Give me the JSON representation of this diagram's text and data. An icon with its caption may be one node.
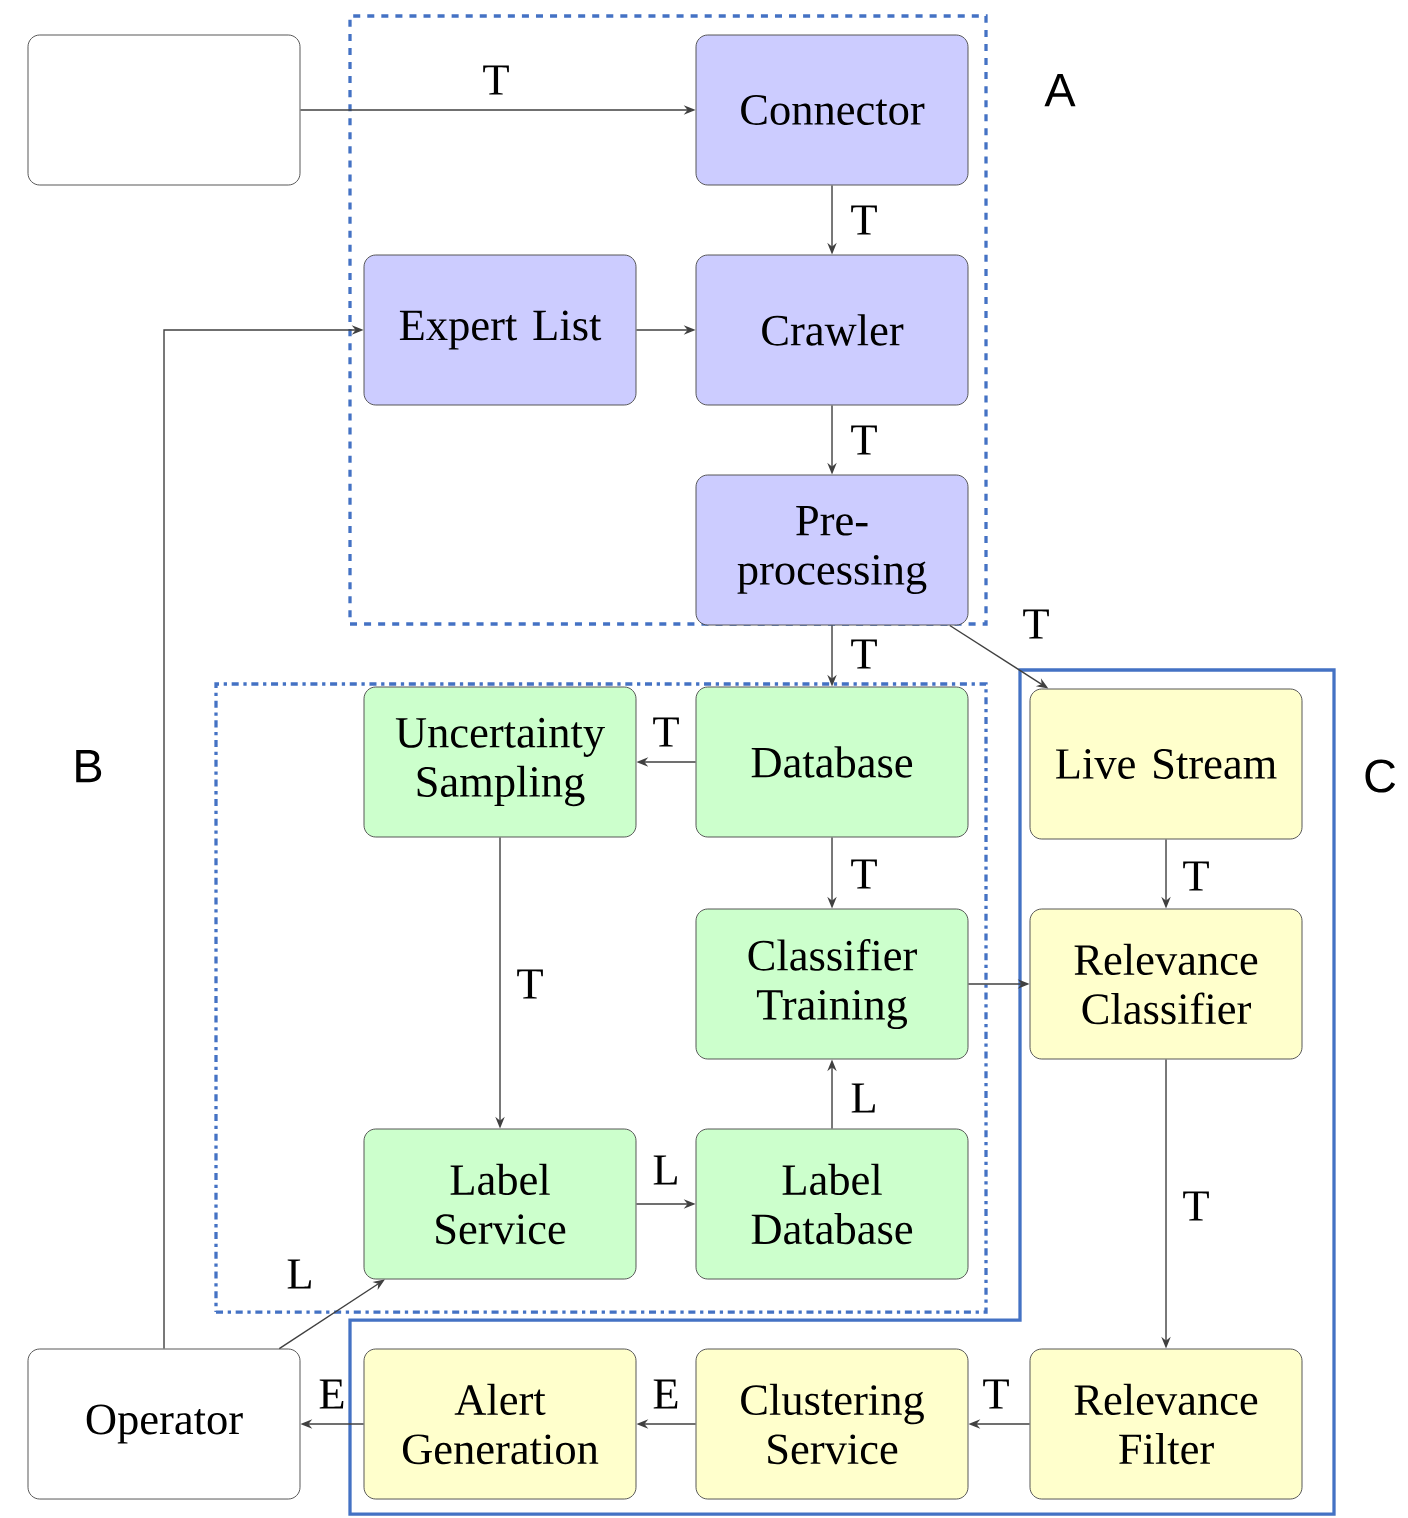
{
  "diagram": {
    "nodes": [
      {
        "text": [
          "A"
        ]
      },
      {
        "text": [],
        "shape": "box"
      },
      {
        "text": [
          "Connector"
        ],
        "in": 0
      },
      {
        "text": [
          "Expert List"
        ],
        "in": 0
      },
      {
        "text": [
          "Crawler"
        ],
        "in": 0
      },
      {
        "text": [
          "Pre-processing"
        ],
        "in": 0
      },
      {
        "text": [
          "B"
        ]
      },
      {
        "text": [
          "Uncertainty Sampling"
        ],
        "in": 6
      },
      {
        "text": [
          "Database"
        ],
        "in": 6
      },
      {
        "text": [
          "Classifier Training"
        ],
        "in": 6
      },
      {
        "text": [
          "Label Service"
        ],
        "in": 6
      },
      {
        "text": [
          "Label Database"
        ],
        "in": 6
      },
      {
        "text": [
          "C"
        ]
      },
      {
        "text": [
          "Live Stream"
        ],
        "in": 12
      },
      {
        "text": [
          "Relevance Classifier"
        ],
        "in": 12
      },
      {
        "text": [
          "Relevance Filter"
        ],
        "in": 12
      },
      {
        "text": [
          "Clustering Service"
        ],
        "in": 12
      },
      {
        "text": [
          "Alert Generation"
        ],
        "in": 12
      },
      {
        "text": [
          "Operator"
        ]
      }
    ],
    "edges": [
      {
        "from": 1,
        "to": 2,
        "arrow": "to",
        "label": "T"
      },
      {
        "from": 2,
        "to": 4,
        "arrow": "to",
        "label": "T"
      },
      {
        "from": 3,
        "to": 4,
        "arrow": "to"
      },
      {
        "from": 4,
        "to": 5,
        "arrow": "to",
        "label": "T"
      },
      {
        "from": 5,
        "to": 8,
        "arrow": "to",
        "label": "T"
      },
      {
        "from": 5,
        "to": 13,
        "arrow": "to",
        "label": "T"
      },
      {
        "from": 8,
        "to": 7,
        "arrow": "to",
        "label": "T"
      },
      {
        "from": 8,
        "to": 9,
        "arrow": "to",
        "label": "T"
      },
      {
        "from": 7,
        "to": 10,
        "arrow": "to",
        "label": "T"
      },
      {
        "from": 10,
        "to": 11,
        "arrow": "to",
        "label": "L"
      },
      {
        "from": 11,
        "to": 9,
        "arrow": "to",
        "label": "L"
      },
      {
        "from": 9,
        "to": 14,
        "arrow": "to"
      },
      {
        "from": 13,
        "to": 14,
        "arrow": "to",
        "label": "T"
      },
      {
        "from": 14,
        "to": 15,
        "arrow": "to",
        "label": "T"
      },
      {
        "from": 15,
        "to": 16,
        "arrow": "to",
        "label": "T"
      },
      {
        "from": 16,
        "to": 17,
        "arrow": "to",
        "label": "E"
      },
      {
        "from": 17,
        "to": 18,
        "arrow": "to",
        "label": "E"
      },
      {
        "from": 18,
        "to": 10,
        "arrow": "to",
        "label": "L"
      },
      {
        "from": 18,
        "to": 3,
        "arrow": "to"
      }
    ]
  }
}
